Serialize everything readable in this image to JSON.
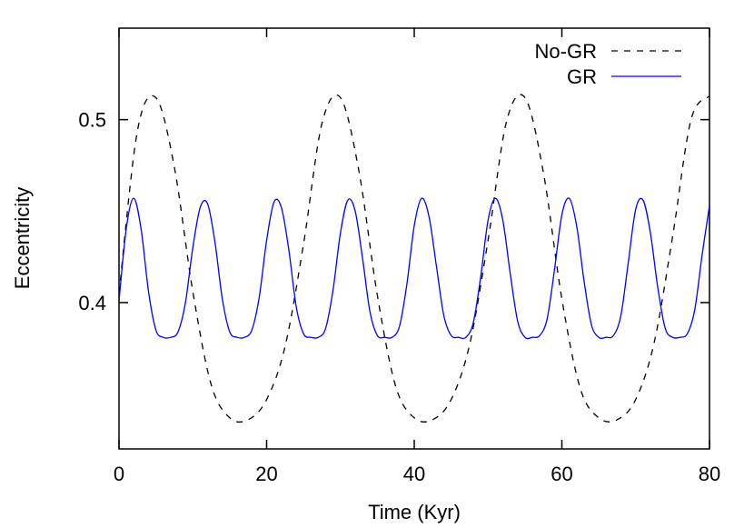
{
  "chart_data": {
    "type": "line",
    "title": "",
    "xlabel": "Time (Kyr)",
    "ylabel": "Eccentricity",
    "xlim": [
      0,
      80
    ],
    "ylim": [
      0.32,
      0.55
    ],
    "x_ticks": [
      0,
      20,
      40,
      60,
      80
    ],
    "x_tick_labels": [
      "0",
      "20",
      "40",
      "60",
      "80"
    ],
    "y_ticks": [
      0.4,
      0.5
    ],
    "y_tick_labels": [
      "0.4",
      "0.5"
    ],
    "grid": false,
    "legend_position": "top-right",
    "series": [
      {
        "name": "No-GR",
        "color": "#000000",
        "style": "dashed",
        "x": [
          0,
          2.5,
          5,
          7.5,
          10,
          12.5,
          15,
          17.5,
          20,
          22.5,
          25,
          27.5,
          30,
          32.5,
          35,
          37.5,
          40,
          42.5,
          45,
          47.5,
          50,
          52.5,
          55,
          57.5,
          60,
          62.5,
          65,
          67.5,
          70,
          72.5,
          75,
          77.5,
          80
        ],
        "y": [
          0.405,
          0.494,
          0.512,
          0.474,
          0.406,
          0.355,
          0.337,
          0.336,
          0.347,
          0.376,
          0.432,
          0.498,
          0.512,
          0.472,
          0.404,
          0.354,
          0.337,
          0.336,
          0.347,
          0.377,
          0.434,
          0.499,
          0.512,
          0.471,
          0.402,
          0.353,
          0.337,
          0.336,
          0.347,
          0.378,
          0.436,
          0.5,
          0.513
        ]
      },
      {
        "name": "GR",
        "color": "#0000ff",
        "style": "solid",
        "x": [
          0,
          1,
          2,
          3,
          4,
          5,
          6,
          7,
          8,
          9,
          10,
          11,
          12,
          13,
          14,
          15,
          16,
          17,
          18,
          19,
          20,
          21,
          22,
          23,
          24,
          25,
          26,
          27,
          28,
          29,
          30,
          31,
          32,
          33,
          34,
          35,
          36,
          37,
          38,
          39,
          40,
          41,
          42,
          43,
          44,
          45,
          46,
          47,
          48,
          49,
          50,
          51,
          52,
          53,
          54,
          55,
          56,
          57,
          58,
          59,
          60,
          61,
          62,
          63,
          64,
          65,
          66,
          67,
          68,
          69,
          70,
          71,
          72,
          73,
          74,
          75,
          76,
          77,
          78,
          79,
          80
        ],
        "y": [
          0.401,
          0.441,
          0.457,
          0.44,
          0.406,
          0.385,
          0.381,
          0.381,
          0.384,
          0.4,
          0.43,
          0.452,
          0.454,
          0.433,
          0.402,
          0.384,
          0.381,
          0.381,
          0.385,
          0.403,
          0.434,
          0.455,
          0.452,
          0.429,
          0.398,
          0.383,
          0.381,
          0.381,
          0.386,
          0.407,
          0.438,
          0.456,
          0.45,
          0.424,
          0.395,
          0.382,
          0.381,
          0.381,
          0.387,
          0.41,
          0.442,
          0.457,
          0.447,
          0.42,
          0.393,
          0.382,
          0.381,
          0.381,
          0.389,
          0.414,
          0.445,
          0.457,
          0.445,
          0.416,
          0.39,
          0.381,
          0.381,
          0.382,
          0.391,
          0.418,
          0.448,
          0.457,
          0.442,
          0.412,
          0.388,
          0.381,
          0.381,
          0.382,
          0.393,
          0.422,
          0.451,
          0.456,
          0.438,
          0.408,
          0.386,
          0.381,
          0.381,
          0.383,
          0.396,
          0.426,
          0.453
        ]
      }
    ]
  }
}
